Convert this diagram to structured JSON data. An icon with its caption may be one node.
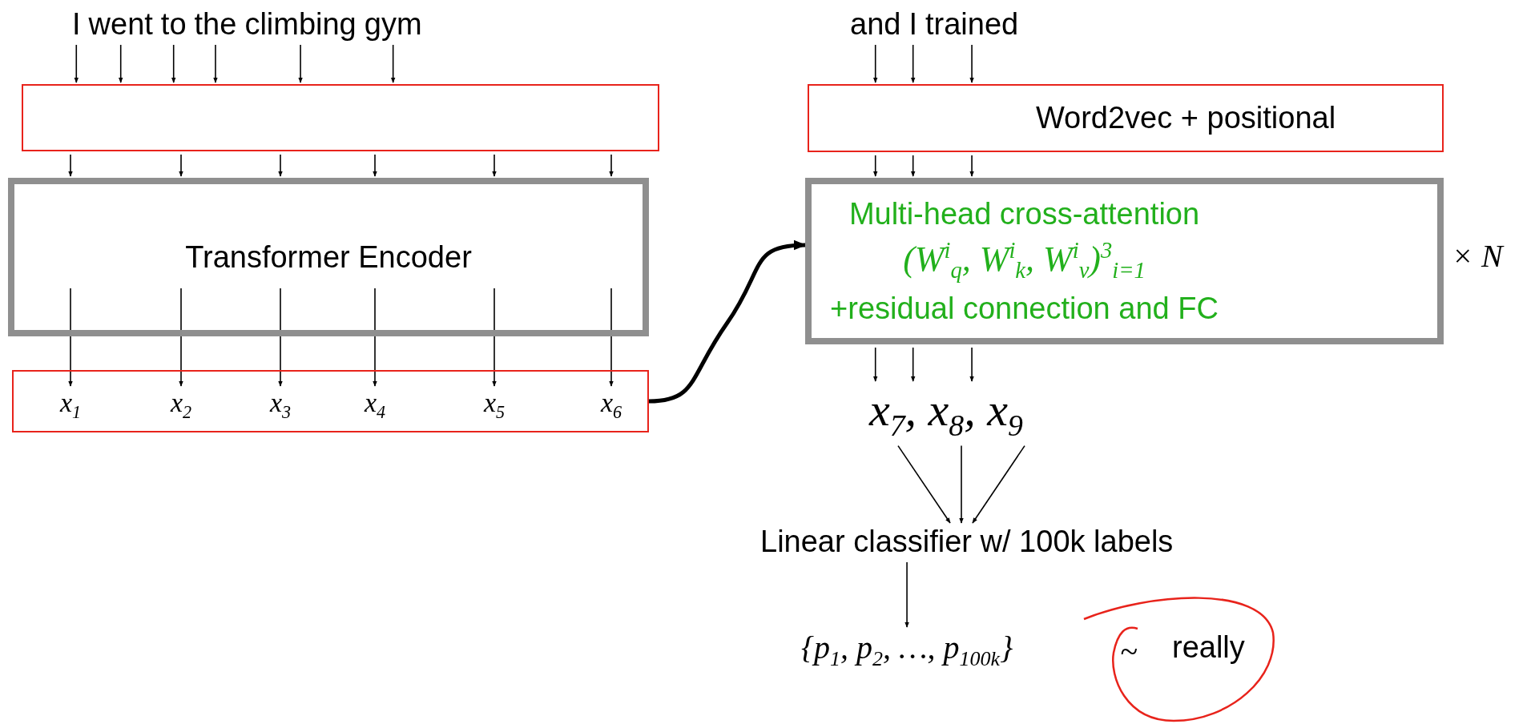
{
  "diagram": {
    "nodes": [
      {
        "text": [
          "I"
        ]
      },
      {
        "text": [
          "went"
        ]
      },
      {
        "text": [
          "to"
        ]
      },
      {
        "text": [
          "the"
        ]
      },
      {
        "text": [
          "climbing"
        ]
      },
      {
        "text": [
          "gym"
        ]
      },
      {
        "text": [],
        "shape": "box"
      },
      {
        "text": [
          "Transformer Encoder"
        ]
      },
      {
        "text": [],
        "shape": "box"
      },
      {
        "text": [
          "x$_{1}$"
        ],
        "in": 8
      },
      {
        "text": [
          "x$_{2}$"
        ],
        "in": 8
      },
      {
        "text": [
          "x$_{3}$"
        ],
        "in": 8
      },
      {
        "text": [
          "x$_{4}$"
        ],
        "in": 8
      },
      {
        "text": [
          "x$_{5}$"
        ],
        "in": 8
      },
      {
        "text": [
          "x$_{6}$"
        ],
        "in": 8
      },
      {
        "text": [
          "and"
        ]
      },
      {
        "text": [
          "I"
        ]
      },
      {
        "text": [
          "trained"
        ]
      },
      {
        "text": [
          "Word2vec + positional"
        ]
      },
      {
        "text": [
          "Multi-head cross-attention",
          "(W$^{i}$$_{q}$, W$^{i}$$_{k}$, W$^{i}$$_{v}$)$^{3}$$_{i=1}$",
          "+residual connection and FC"
        ],
        "beside": [
          "× N"
        ]
      },
      {
        "text": [
          "x$_{7}$, x$_{8}$, x$_{9}$"
        ]
      },
      {
        "text": [
          "Linear classifier w/ 100k labels"
        ]
      },
      {
        "text": [
          "{p$_{1}$, p$_{2}$, …, p$_{100k}$}"
        ]
      },
      {
        "text": [
          "really"
        ]
      }
    ],
    "edges": [
      {
        "from": 0,
        "to": 6,
        "arrow": "to"
      },
      {
        "from": 1,
        "to": 6,
        "arrow": "to"
      },
      {
        "from": 2,
        "to": 6,
        "arrow": "to"
      },
      {
        "from": 3,
        "to": 6,
        "arrow": "to"
      },
      {
        "from": 4,
        "to": 6,
        "arrow": "to"
      },
      {
        "from": 5,
        "to": 6,
        "arrow": "to"
      },
      {
        "from": 6,
        "to": 7,
        "arrow": "to"
      },
      {
        "from": 6,
        "to": 7,
        "arrow": "to"
      },
      {
        "from": 6,
        "to": 7,
        "arrow": "to"
      },
      {
        "from": 6,
        "to": 7,
        "arrow": "to"
      },
      {
        "from": 6,
        "to": 7,
        "arrow": "to"
      },
      {
        "from": 6,
        "to": 7,
        "arrow": "to"
      },
      {
        "from": 7,
        "to": 9,
        "arrow": "to"
      },
      {
        "from": 7,
        "to": 10,
        "arrow": "to"
      },
      {
        "from": 7,
        "to": 11,
        "arrow": "to"
      },
      {
        "from": 7,
        "to": 12,
        "arrow": "to"
      },
      {
        "from": 7,
        "to": 13,
        "arrow": "to"
      },
      {
        "from": 7,
        "to": 14,
        "arrow": "to"
      },
      {
        "from": 8,
        "to": 19,
        "arrow": "to",
        "style": "thick"
      },
      {
        "from": 15,
        "to": 18,
        "arrow": "to"
      },
      {
        "from": 16,
        "to": 18,
        "arrow": "to"
      },
      {
        "from": 17,
        "to": 18,
        "arrow": "to"
      },
      {
        "from": 18,
        "to": 19,
        "arrow": "to"
      },
      {
        "from": 18,
        "to": 19,
        "arrow": "to"
      },
      {
        "from": 18,
        "to": 19,
        "arrow": "to"
      },
      {
        "from": 19,
        "to": 20,
        "arrow": "to"
      },
      {
        "from": 19,
        "to": 20,
        "arrow": "to"
      },
      {
        "from": 19,
        "to": 20,
        "arrow": "to"
      },
      {
        "from": 20,
        "to": 21,
        "arrow": "to"
      },
      {
        "from": 20,
        "to": 21,
        "arrow": "to"
      },
      {
        "from": 20,
        "to": 21,
        "arrow": "to"
      },
      {
        "from": 21,
        "to": 22,
        "arrow": "to"
      }
    ],
    "labels": [
      "~"
    ]
  }
}
